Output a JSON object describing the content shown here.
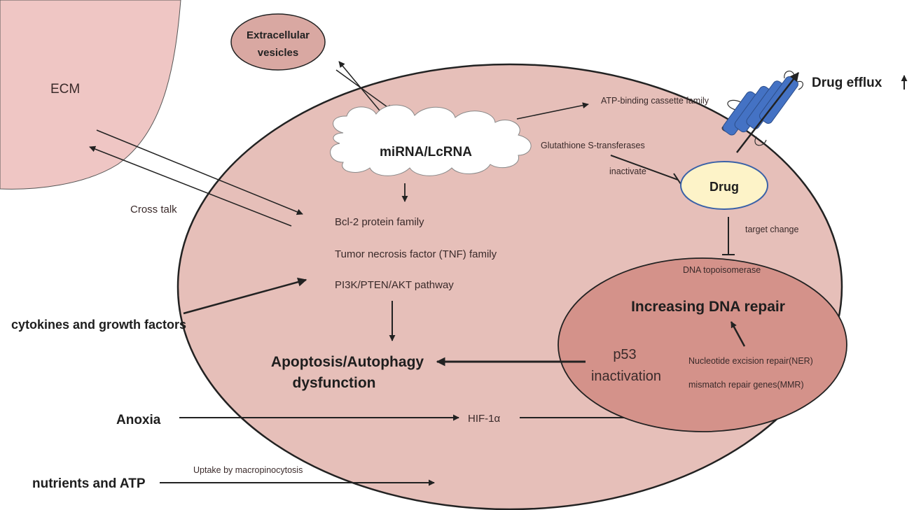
{
  "ecm": {
    "label": "ECM"
  },
  "vesicles": {
    "line1": "Extracellular",
    "line2": "vesicles"
  },
  "mirna": {
    "label": "miRNA/LcRNA"
  },
  "pathways": {
    "bcl2": "Bcl-2 protein family",
    "tnf": "Tumor necrosis factor (TNF) family",
    "pi3k": "PI3K/PTEN/AKT pathway"
  },
  "cross_talk": "Cross talk",
  "cytokines": "cytokines and growth factors",
  "apoptosis": {
    "line1": "Apoptosis/Autophagy",
    "line2": "dysfunction"
  },
  "anoxia": "Anoxia",
  "hif": "HIF-1α",
  "nutrients": "nutrients and ATP",
  "uptake": "Uptake by macropinocytosis",
  "abc": "ATP-binding cassette family",
  "drug_efflux": "Drug efflux",
  "gst": "Glutathione S-transferases",
  "inactivate": "inactivate",
  "drug": "Drug",
  "target_change": "target change",
  "dna_topo": "DNA topoisomerase",
  "dna_repair": "Increasing DNA repair",
  "p53": {
    "line1": "p53",
    "line2": "inactivation"
  },
  "ner": "Nucleotide excision repair(NER)",
  "mmr": "mismatch repair genes(MMR)",
  "colors": {
    "cell_fill": "#e6bfb9",
    "nucleus_fill": "#d4928a",
    "ecm_fill": "#efc6c4",
    "drug_fill": "#fdf3c8",
    "drug_stroke": "#3b62a8",
    "transporter": "#4472c4"
  }
}
